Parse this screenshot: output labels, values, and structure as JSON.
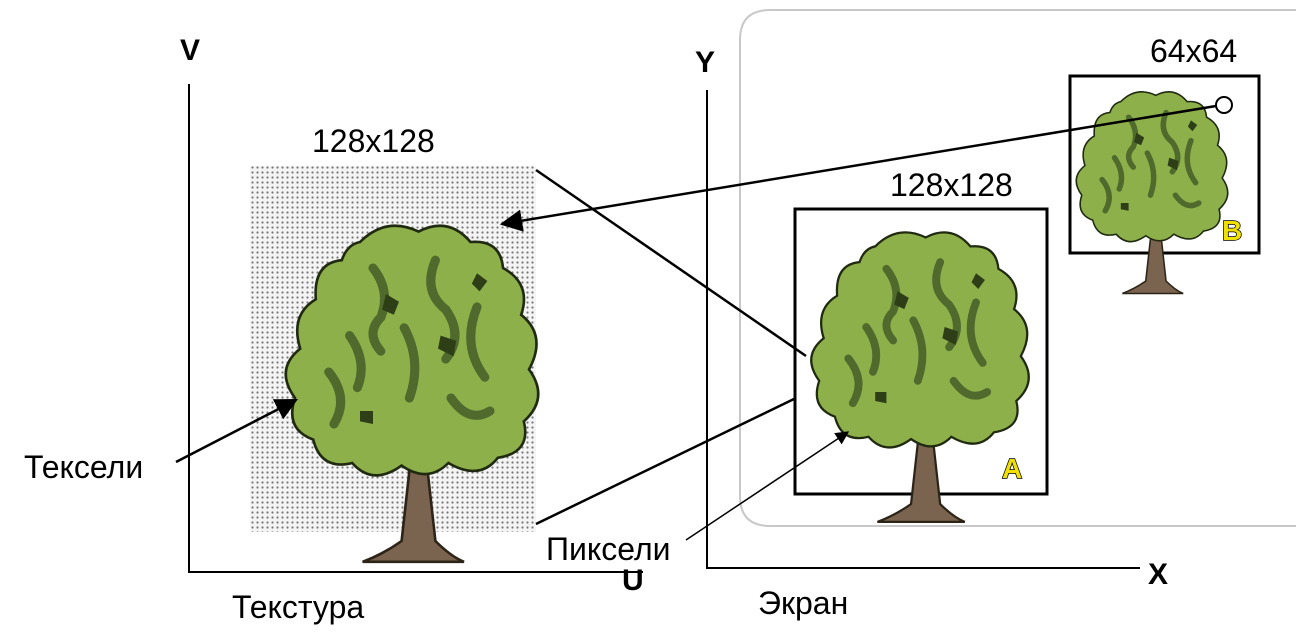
{
  "texture": {
    "axis_v": "V",
    "axis_u": "U",
    "size_label": "128x128",
    "caption": "Текстура",
    "texels_label": "Тексели"
  },
  "screen": {
    "axis_y": "Y",
    "axis_x": "X",
    "caption": "Экран",
    "pixels_label": "Пиксели",
    "object_a": {
      "size_label": "128x128",
      "badge": "A"
    },
    "object_b": {
      "size_label": "64x64",
      "badge": "B"
    }
  },
  "colors": {
    "foliage": "#8db04a",
    "foliage_dark": "#4f6a2c",
    "trunk": "#7a6450",
    "badge_fill": "#f0e000",
    "screen_frame": "#c8c8c8",
    "texel_grid": "#888888"
  },
  "icons": [
    "tree-icon",
    "arrow-icon",
    "circle-marker-icon"
  ]
}
